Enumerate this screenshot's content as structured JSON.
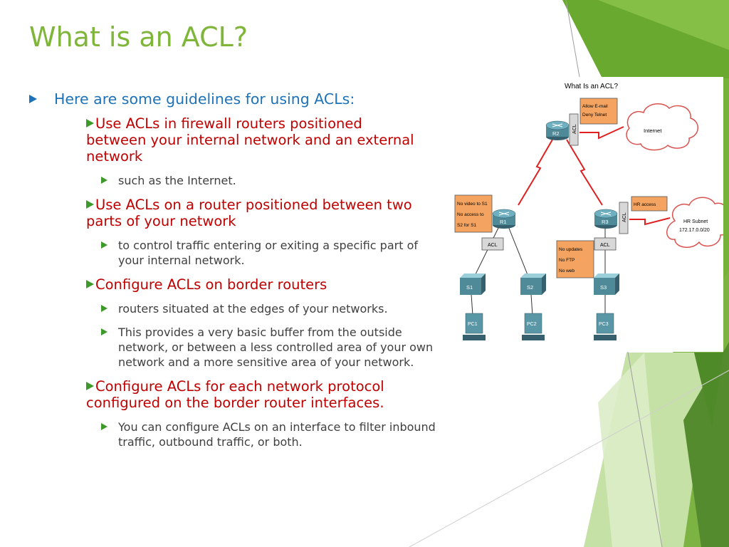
{
  "slide": {
    "title": "What is an ACL?",
    "intro": "Here are some guidelines for using ACLs:",
    "guidelines": [
      {
        "text": "Use ACLs in firewall routers positioned between your internal network and an external network",
        "details": [
          "such as the Internet."
        ]
      },
      {
        "text": "Use ACLs on a router positioned between two parts of your network",
        "details": [
          "to control traffic entering or exiting a specific part of your internal network."
        ]
      },
      {
        "text": "Configure ACLs on border routers",
        "details": [
          "routers situated at the edges of your networks.",
          "This provides a very basic buffer from the outside network, or between a less controlled area of your own network and a more sensitive area of your network."
        ]
      },
      {
        "text": "Configure ACLs for each network protocol configured on the border router interfaces.",
        "details": [
          "You can configure ACLs on an interface to filter inbound traffic, outbound traffic, or both."
        ]
      }
    ]
  },
  "diagram": {
    "title": "What Is an ACL?",
    "clouds": {
      "internet": "Internet",
      "hr_subnet": [
        "HR Subnet",
        "172.17.0.0/20"
      ]
    },
    "routers": [
      "R1",
      "R2",
      "R3"
    ],
    "acl_label": "ACL",
    "switches": [
      "S1",
      "S2",
      "S3"
    ],
    "pcs": [
      "PC1",
      "PC2",
      "PC3"
    ],
    "notes": {
      "r2": [
        "Allow E-mail",
        "Deny Telnet"
      ],
      "r1": [
        "No video to S1",
        "No access to",
        "S2 for S1"
      ],
      "r3": [
        "HR access"
      ],
      "s3": [
        "No updates",
        "No FTP",
        "No web"
      ]
    }
  },
  "colors": {
    "title": "#7fb63a",
    "level1": "#1d72b8",
    "level2": "#c00000",
    "level3": "#404040",
    "bullet": "#3d9a2a"
  }
}
